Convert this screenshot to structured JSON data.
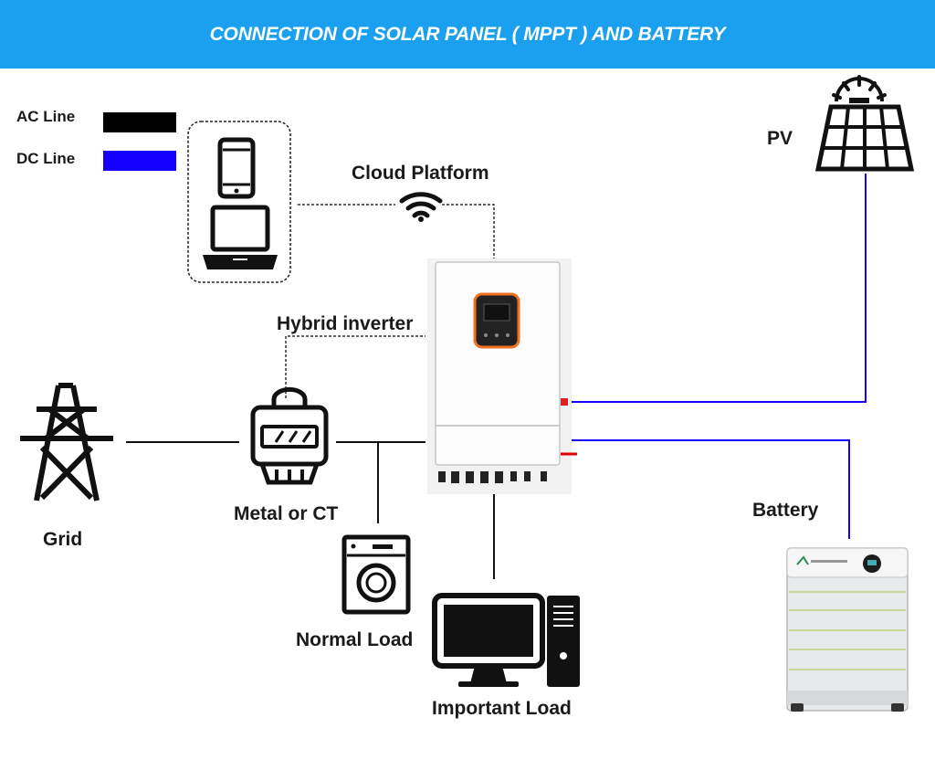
{
  "header": {
    "title": "CONNECTION OF SOLAR PANEL ( MPPT ) AND BATTERY"
  },
  "legend": {
    "ac_label": "AC Line",
    "dc_label": "DC Line",
    "ac_color": "#000000",
    "dc_color": "#1500ff"
  },
  "labels": {
    "cloud": "Cloud Platform",
    "pv": "PV",
    "inverter": "Hybrid inverter",
    "grid": "Grid",
    "meter": "Metal or CT",
    "battery": "Battery",
    "normal_load": "Normal Load",
    "important_load": "Important Load"
  },
  "icons": {
    "phone": "smartphone-icon",
    "laptop": "laptop-icon",
    "wifi": "wifi-icon",
    "solar": "solar-panel-icon",
    "tower": "power-tower-icon",
    "meter": "electric-meter-icon",
    "washer": "washing-machine-icon",
    "computer": "desktop-computer-icon"
  }
}
